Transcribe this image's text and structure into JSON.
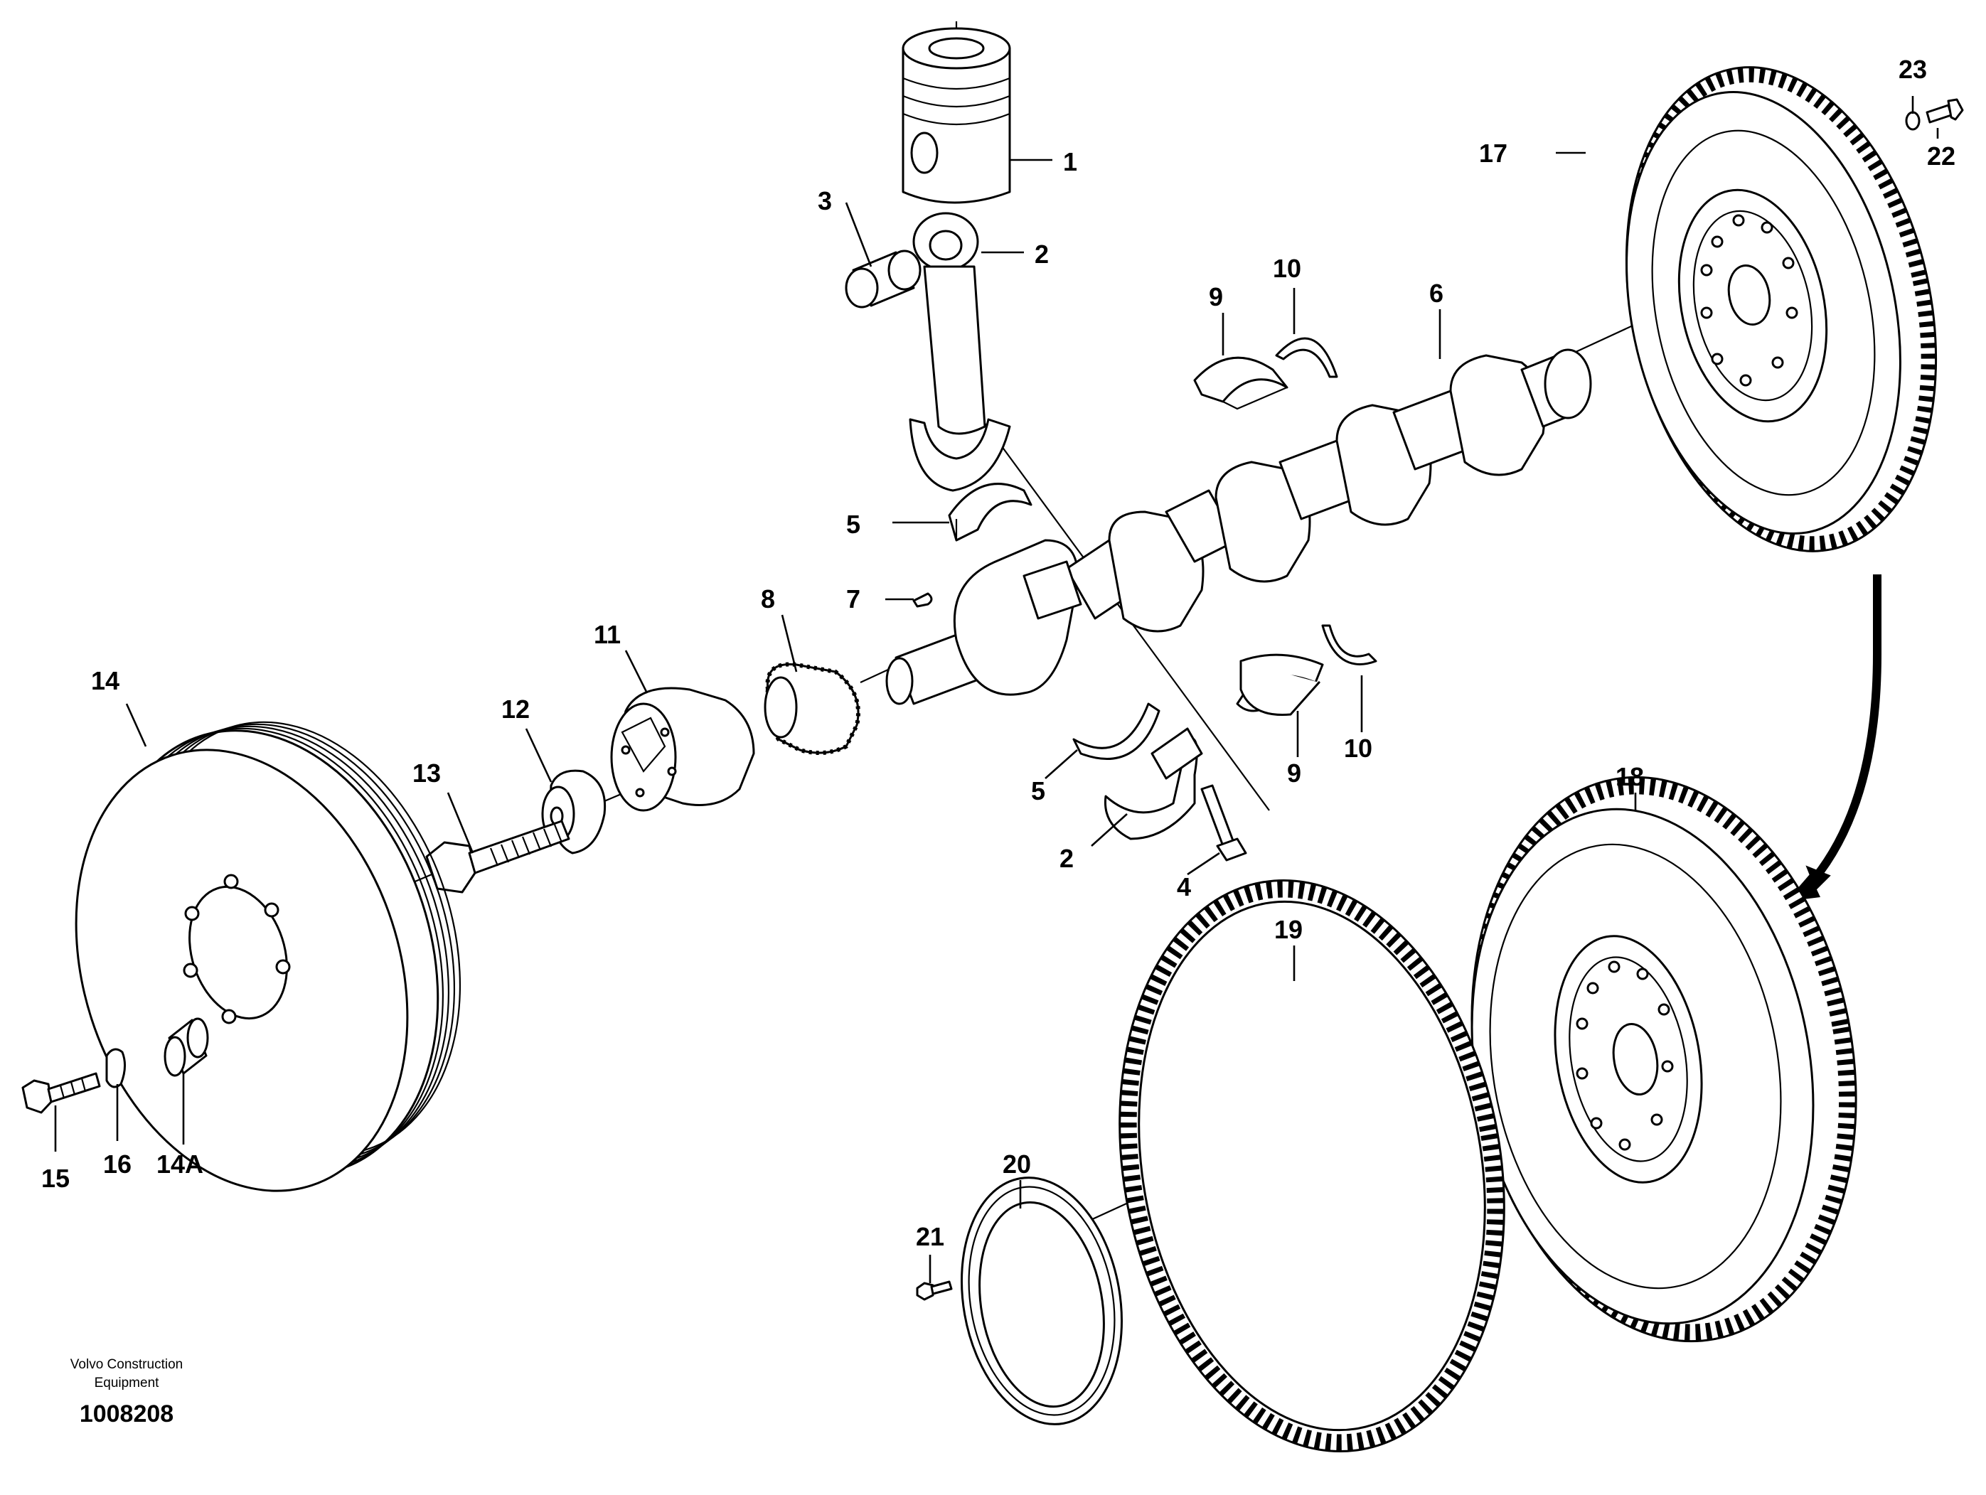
{
  "footer": {
    "company_line1": "Volvo Construction",
    "company_line2": "Equipment",
    "drawing_number": "1008208"
  },
  "callouts": [
    {
      "id": "1",
      "part": "piston"
    },
    {
      "id": "2",
      "part": "connecting-rod"
    },
    {
      "id": "3",
      "part": "piston-pin"
    },
    {
      "id": "5",
      "part": "rod-bearing-upper"
    },
    {
      "id": "7",
      "part": "key"
    },
    {
      "id": "9",
      "part": "main-bearing-upper"
    },
    {
      "id": "10",
      "part": "thrust-washer-upper"
    },
    {
      "id": "6",
      "part": "crankshaft"
    },
    {
      "id": "8",
      "part": "crankshaft-gear"
    },
    {
      "id": "11",
      "part": "hub"
    },
    {
      "id": "12",
      "part": "washer"
    },
    {
      "id": "13",
      "part": "center-bolt"
    },
    {
      "id": "14",
      "part": "vibration-damper-pulley"
    },
    {
      "id": "14A",
      "part": "damper-spacer"
    },
    {
      "id": "15",
      "part": "pulley-bolt"
    },
    {
      "id": "16",
      "part": "pulley-washer"
    },
    {
      "id": "17",
      "part": "flywheel"
    },
    {
      "id": "23",
      "part": "flywheel-washer"
    },
    {
      "id": "22",
      "part": "flywheel-bolt"
    },
    {
      "id": "5",
      "part": "rod-bearing-lower"
    },
    {
      "id": "2",
      "part": "rod-cap"
    },
    {
      "id": "4",
      "part": "rod-bolt"
    },
    {
      "id": "9",
      "part": "main-bearing-lower"
    },
    {
      "id": "10",
      "part": "thrust-washer-lower"
    },
    {
      "id": "18",
      "part": "flywheel-alternative"
    },
    {
      "id": "19",
      "part": "ring-gear"
    },
    {
      "id": "20",
      "part": "seal-ring"
    },
    {
      "id": "21",
      "part": "screw"
    }
  ]
}
